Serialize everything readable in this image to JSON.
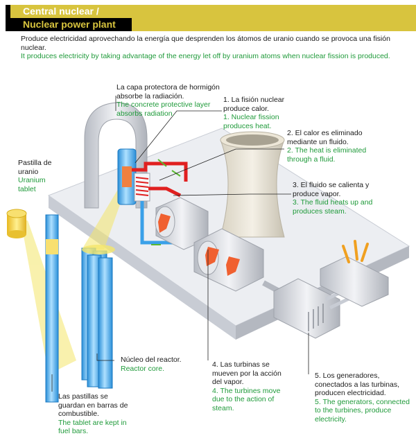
{
  "header": {
    "title_es": "Central nuclear /",
    "title_en": "Nuclear power plant"
  },
  "intro": {
    "es": "Produce electricidad aprovechando la energía que desprenden los átomos de uranio cuando se provoca una fisión nuclear.",
    "en": "It produces electricity by taking advantage of the energy let off by uranium atoms when nuclear fission is produced."
  },
  "labels": {
    "shield": {
      "es": "La capa protectora de hormigón absorbe la radiación.",
      "en": "The concrete protective layer absorbs radiation."
    },
    "step1": {
      "es": "1. La fisión nuclear produce calor.",
      "en": "1. Nuclear fission produces heat."
    },
    "step2": {
      "es": "2. El calor es eliminado mediante un fluido.",
      "en": "2. The heat is eliminated through a fluid."
    },
    "step3": {
      "es": "3. El fluido se calienta y produce vapor.",
      "en": "3. The fluid heats up and produces steam."
    },
    "pellet": {
      "es": "Pastilla de uranio",
      "en": "Uranium tablet"
    },
    "core": {
      "es": "Núcleo del reactor.",
      "en": "Reactor core."
    },
    "step4": {
      "es": "4. Las turbinas se mueven por la acción del vapor.",
      "en": "4. The turbines move due to the action of steam."
    },
    "bars": {
      "es": "Las pastillas se guardan en barras de combustible.",
      "en": "The tablet are kept in fuel bars."
    },
    "step5": {
      "es": "5. Los generadores, conectados a las turbinas, producen electricidad.",
      "en": "5. The generators, connected to the turbines, produce electricity."
    }
  },
  "colors": {
    "header_yellow": "#d8c43e",
    "spanish_text": "#1a1a1a",
    "english_text": "#1f9a3a",
    "hot_pipe": "#e02020",
    "cold_pipe": "#3aa0e8",
    "arrow_orange": "#f06030",
    "uranium_yellow": "#f4d640"
  }
}
